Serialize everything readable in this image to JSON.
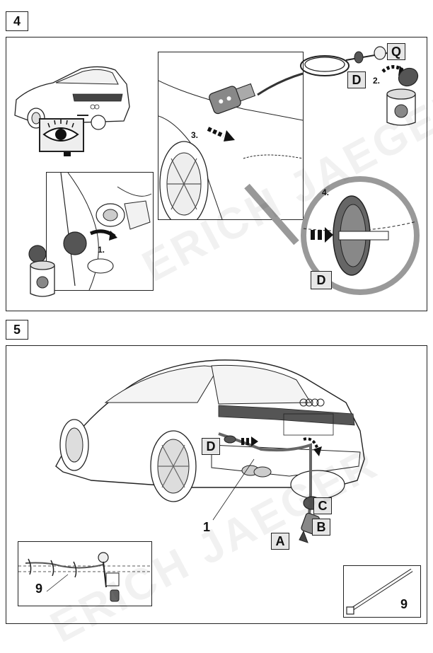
{
  "steps": {
    "step4": {
      "number": "4",
      "sub_labels": [
        "1.",
        "2.",
        "3.",
        "4."
      ],
      "letters": {
        "q": "Q",
        "d_top": "D",
        "d_zoom": "D"
      }
    },
    "step5": {
      "number": "5",
      "letters": {
        "a": "A",
        "b": "B",
        "c": "C",
        "d": "D"
      },
      "callouts": {
        "harness": "1",
        "tie_left": "9",
        "tie_right": "9"
      }
    }
  },
  "watermark": {
    "text": "ERICH JAEGER"
  },
  "colors": {
    "line": "#222222",
    "box_fill": "#e6e6e6",
    "seal": "#555555"
  },
  "icons": [
    "eye-icon",
    "grease-tin-icon",
    "arrow-icon"
  ]
}
